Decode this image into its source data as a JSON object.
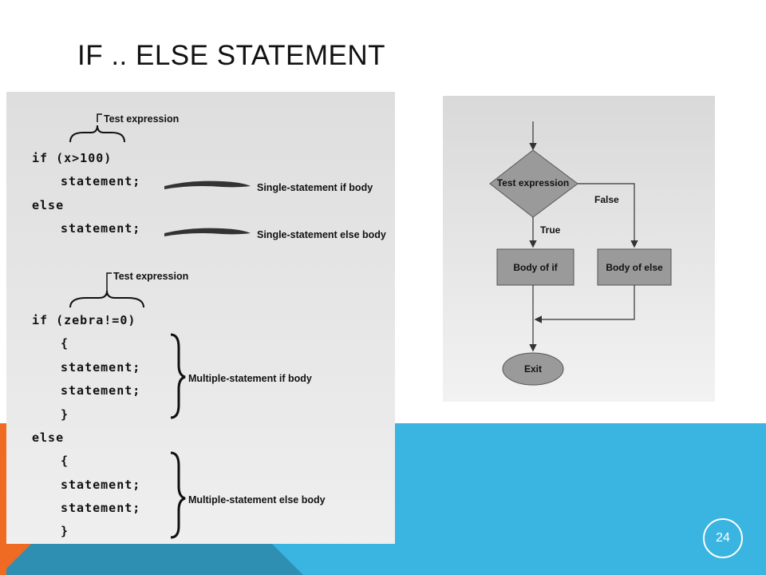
{
  "slide": {
    "title": "IF .. ELSE STATEMENT",
    "page_number": "24"
  },
  "syntax": {
    "test_expression_1": "Test expression",
    "if_line_1": "if (x>100)",
    "statement_1": "statement;",
    "else_1": "else",
    "statement_2": "statement;",
    "single_if_label": "Single-statement if body",
    "single_else_label": "Single-statement else body",
    "test_expression_2": "Test expression",
    "if_line_2": "if (zebra!=0)",
    "open_brace_1": "{",
    "statement_3": "statement;",
    "statement_4": "statement;",
    "close_brace_1": "}",
    "else_2": "else",
    "open_brace_2": "{",
    "statement_5": "statement;",
    "statement_6": "statement;",
    "close_brace_2": "}",
    "multi_if_label": "Multiple-statement if body",
    "multi_else_label": "Multiple-statement else body"
  },
  "flowchart": {
    "decision": "Test expression",
    "false_label": "False",
    "true_label": "True",
    "if_body": "Body of if",
    "else_body": "Body of else",
    "exit": "Exit"
  },
  "colors": {
    "accent_blue": "#3ab4e0",
    "accent_orange": "#ef6a22"
  }
}
